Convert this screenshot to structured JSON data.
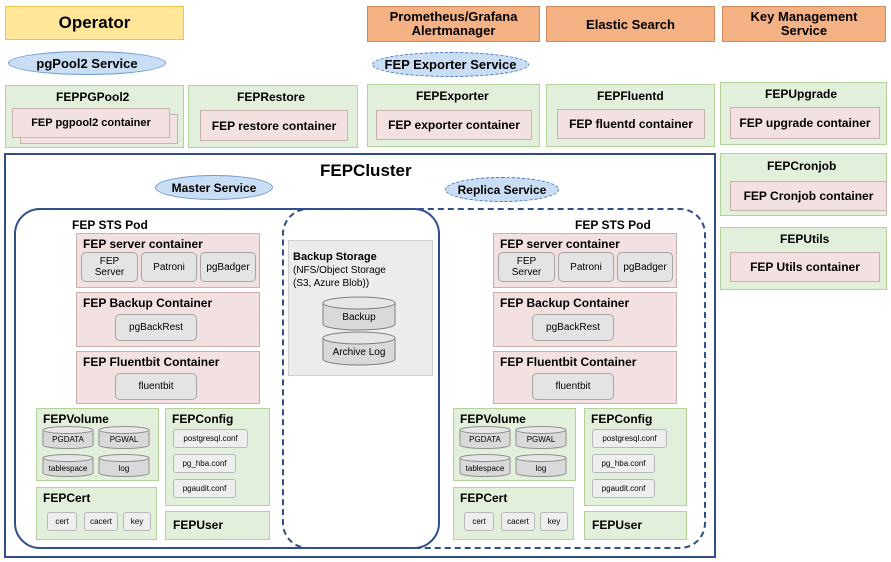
{
  "top": {
    "operator": "Operator",
    "prometheus": "Prometheus/Grafana Alertmanager",
    "elastic": "Elastic Search",
    "key_management": "Key Management Service",
    "pgpool2_service": "pgPool2 Service",
    "fep_exporter_service": "FEP Exporter Service"
  },
  "components": {
    "pgpool": {
      "title": "FEPPGPool2",
      "container": "FEP pgpool2 container"
    },
    "restore": {
      "title": "FEPRestore",
      "container": "FEP restore container"
    },
    "exporter": {
      "title": "FEPExporter",
      "container": "FEP exporter container"
    },
    "fluentd": {
      "title": "FEPFluentd",
      "container": "FEP fluentd container"
    },
    "upgrade": {
      "title": "FEPUpgrade",
      "container": "FEP upgrade container"
    },
    "cronjob": {
      "title": "FEPCronjob",
      "container": "FEP Cronjob container"
    },
    "utils": {
      "title": "FEPUtils",
      "container": "FEP Utils container"
    }
  },
  "cluster": {
    "title": "FEPCluster",
    "master_service": "Master Service",
    "replica_service": "Replica Service",
    "backup_storage": {
      "title": "Backup Storage",
      "desc_line1": "(NFS/Object Storage",
      "desc_line2": "(S3, Azure Blob))",
      "backup": "Backup",
      "archive_log": "Archive Log"
    }
  },
  "pod": {
    "title": "FEP STS Pod",
    "server_container": "FEP server container",
    "fep_server_line1": "FEP",
    "fep_server_line2": "Server",
    "patroni": "Patroni",
    "pgbadger": "pgBadger",
    "backup_container": "FEP Backup Container",
    "pgbackrest": "pgBackRest",
    "fluentbit_container": "FEP Fluentbit Container",
    "fluentbit": "fluentbit",
    "volume": "FEPVolume",
    "pgdata": "PGDATA",
    "pgwal": "PGWAL",
    "tablespace": "tablespace",
    "log": "log",
    "config": "FEPConfig",
    "postgresql_conf": "postgresql.conf",
    "pg_hba_conf": "pg_hba.conf",
    "pgaudit_conf": "pgaudit.conf",
    "cert": "FEPCert",
    "cert_item": "cert",
    "cacert": "cacert",
    "key": "key",
    "user": "FEPUser"
  }
}
